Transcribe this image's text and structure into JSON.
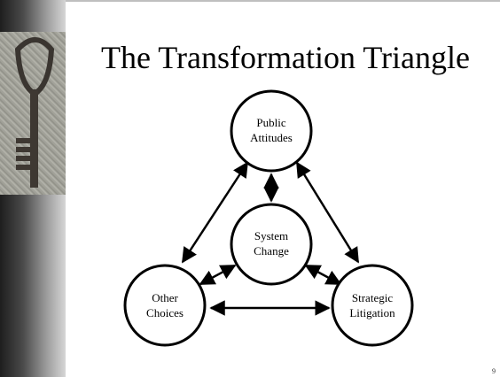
{
  "slide": {
    "title": "The Transformation Triangle",
    "page_number": "9"
  },
  "diagram": {
    "nodes": {
      "public_attitudes": [
        "Public",
        "Attitudes"
      ],
      "system_change": [
        "System",
        "Change"
      ],
      "other_choices": [
        "Other",
        "Choices"
      ],
      "strategic_litigation": [
        "Strategic",
        "Litigation"
      ]
    }
  },
  "colors": {
    "sidebar_dark": "#1e1e1e",
    "sidebar_light": "#d6d6d6",
    "stroke": "#000000",
    "background": "#ffffff"
  },
  "icons": {
    "sidebar_picture": "antique-key-icon"
  }
}
